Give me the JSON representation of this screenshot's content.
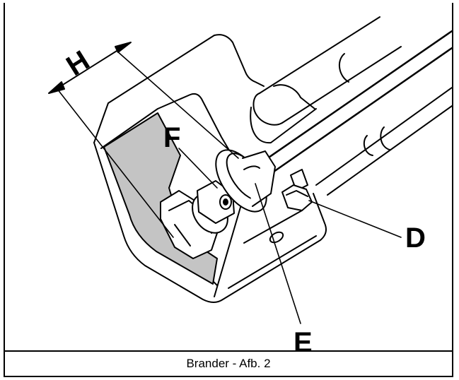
{
  "figure": {
    "caption": "Brander - Afb. 2",
    "labels": {
      "h": "H",
      "f": "F",
      "d": "D",
      "e": "E"
    }
  }
}
